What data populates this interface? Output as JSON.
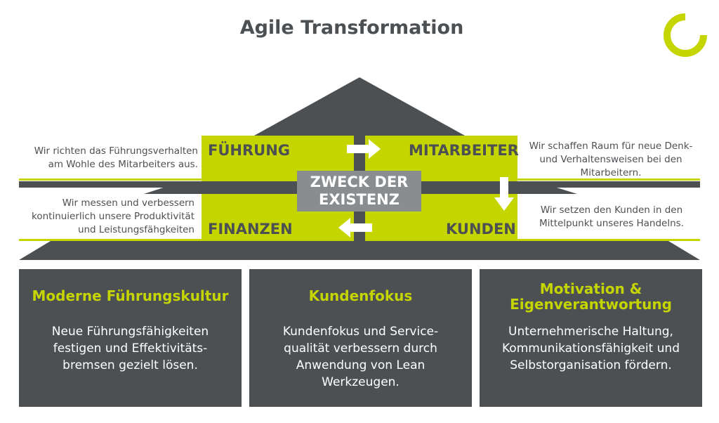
{
  "title": "Agile Transformation",
  "colors": {
    "dark": "#4d5053",
    "accent": "#c5d500",
    "center": "#8a8d8f",
    "white": "#ffffff"
  },
  "house": {
    "center": [
      "ZWECK DER",
      "EXISTENZ"
    ],
    "quadrants": {
      "top_left": "FÜHRUNG",
      "top_right": "MITARBEITER",
      "bottom_left": "FINANZEN",
      "bottom_right": "KUNDEN"
    },
    "side_texts": {
      "top_left": [
        "Wir richten das Führungsverhalten",
        "am Wohle des Mitarbeiters aus."
      ],
      "top_right": [
        "Wir schaffen Raum für neue Denk-",
        "und Verhaltensweisen bei den",
        "Mitarbeitern."
      ],
      "bottom_left": [
        "Wir messen und verbessern",
        "kontinuierlich unsere Produktivität",
        "und Leistungsfähgkeiten"
      ],
      "bottom_right": [
        "Wir setzen den Kunden in den",
        "Mittelpunkt unseres Handelns."
      ]
    },
    "arrows": [
      "arrow-right",
      "arrow-down",
      "arrow-left"
    ]
  },
  "pillars": [
    {
      "title": [
        "Moderne Führungskultur"
      ],
      "body": [
        "Neue Führungsfähigkeiten",
        "festigen und Effektivitäts-",
        "bremsen gezielt lösen."
      ]
    },
    {
      "title": [
        "Kundenfokus"
      ],
      "body": [
        "Kundenfokus und Service-",
        "qualität verbessern durch",
        "Anwendung von Lean",
        "Werkzeugen."
      ]
    },
    {
      "title": [
        "Motivation &",
        "Eigenverantwortung"
      ],
      "body": [
        "Unternehmerische Haltung,",
        "Kommunikationsfähigkeit und",
        "Selbstorganisation fördern."
      ]
    }
  ]
}
